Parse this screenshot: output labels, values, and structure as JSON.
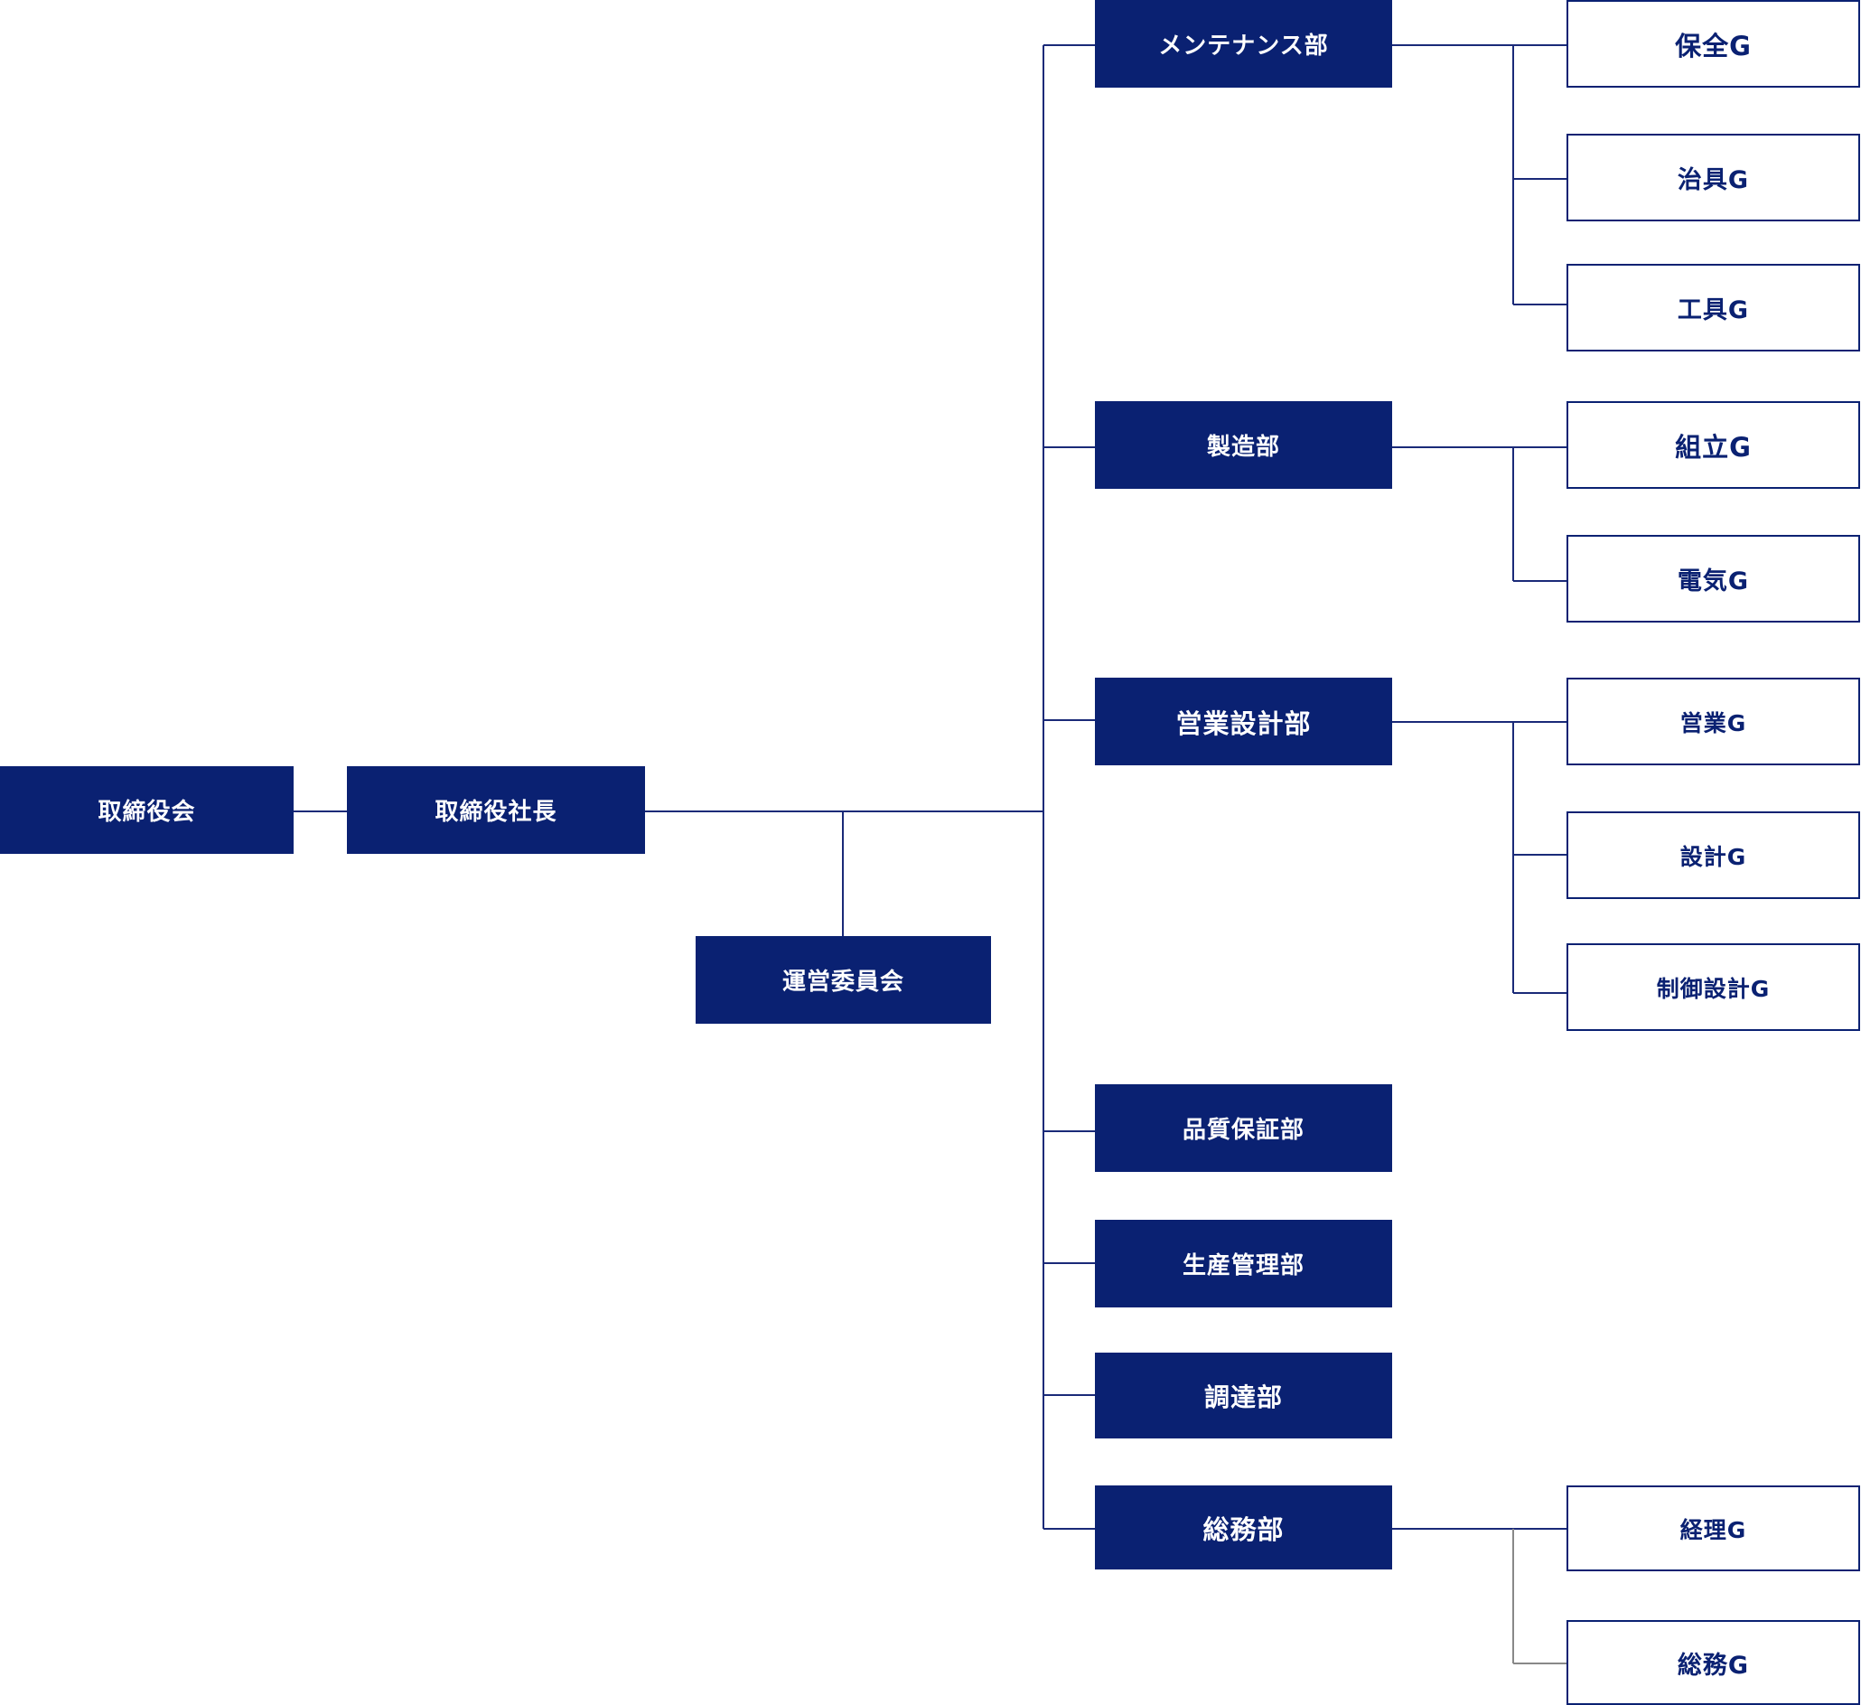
{
  "colors": {
    "navy": "#0a2172",
    "line": "#1a2a78",
    "white": "#ffffff"
  },
  "org": {
    "board": "取締役会",
    "president": "取締役社長",
    "committee": "運営委員会",
    "departments": [
      {
        "name": "メンテナンス部",
        "groups": [
          "保全G",
          "治具G",
          "工具G"
        ]
      },
      {
        "name": "製造部",
        "groups": [
          "組立G",
          "電気G"
        ]
      },
      {
        "name": "営業設計部",
        "groups": [
          "営業G",
          "設計G",
          "制御設計G"
        ]
      },
      {
        "name": "品質保証部",
        "groups": []
      },
      {
        "name": "生産管理部",
        "groups": []
      },
      {
        "name": "調達部",
        "groups": []
      },
      {
        "name": "総務部",
        "groups": [
          "経理G",
          "総務G"
        ]
      }
    ]
  }
}
